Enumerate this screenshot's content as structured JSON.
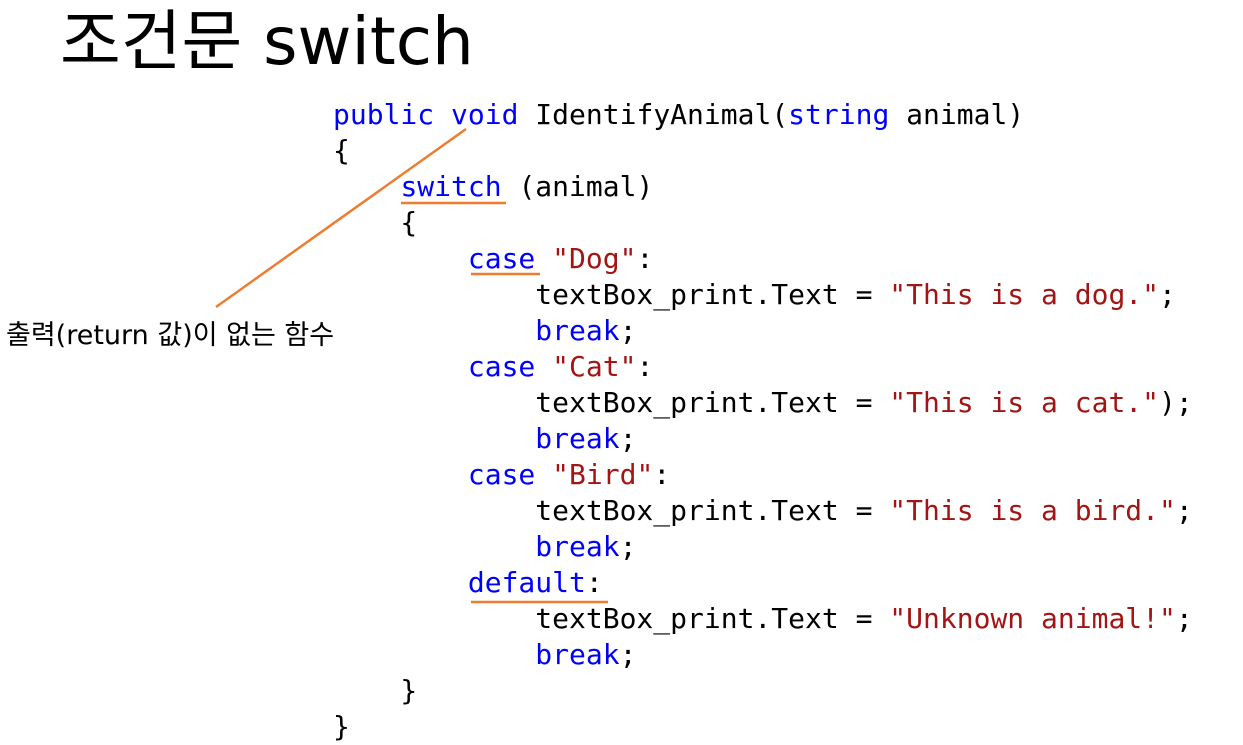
{
  "title": "조건문 switch",
  "annotation": "출력(return 값)이 없는 함수",
  "colors": {
    "keyword": "#0000ff",
    "string": "#a31515",
    "text": "#000000",
    "marker": "#ed7d31"
  },
  "code": {
    "lines": [
      [
        {
          "t": "kw",
          "v": "public"
        },
        {
          "t": "plain",
          "v": " "
        },
        {
          "t": "kw",
          "v": "void"
        },
        {
          "t": "plain",
          "v": " IdentifyAnimal("
        },
        {
          "t": "kw",
          "v": "string"
        },
        {
          "t": "plain",
          "v": " animal)"
        }
      ],
      [
        {
          "t": "plain",
          "v": "{"
        }
      ],
      [
        {
          "t": "plain",
          "v": "    "
        },
        {
          "t": "kw",
          "v": "switch"
        },
        {
          "t": "plain",
          "v": " (animal)"
        }
      ],
      [
        {
          "t": "plain",
          "v": "    {"
        }
      ],
      [
        {
          "t": "plain",
          "v": "        "
        },
        {
          "t": "kw",
          "v": "case"
        },
        {
          "t": "plain",
          "v": " "
        },
        {
          "t": "str",
          "v": "\"Dog\""
        },
        {
          "t": "plain",
          "v": ":"
        }
      ],
      [
        {
          "t": "plain",
          "v": "            textBox_print.Text = "
        },
        {
          "t": "str",
          "v": "\"This is a dog.\""
        },
        {
          "t": "plain",
          "v": ";"
        }
      ],
      [
        {
          "t": "plain",
          "v": "            "
        },
        {
          "t": "kw",
          "v": "break"
        },
        {
          "t": "plain",
          "v": ";"
        }
      ],
      [
        {
          "t": "plain",
          "v": "        "
        },
        {
          "t": "kw",
          "v": "case"
        },
        {
          "t": "plain",
          "v": " "
        },
        {
          "t": "str",
          "v": "\"Cat\""
        },
        {
          "t": "plain",
          "v": ":"
        }
      ],
      [
        {
          "t": "plain",
          "v": "            textBox_print.Text = "
        },
        {
          "t": "str",
          "v": "\"This is a cat.\""
        },
        {
          "t": "plain",
          "v": ");"
        }
      ],
      [
        {
          "t": "plain",
          "v": "            "
        },
        {
          "t": "kw",
          "v": "break"
        },
        {
          "t": "plain",
          "v": ";"
        }
      ],
      [
        {
          "t": "plain",
          "v": "        "
        },
        {
          "t": "kw",
          "v": "case"
        },
        {
          "t": "plain",
          "v": " "
        },
        {
          "t": "str",
          "v": "\"Bird\""
        },
        {
          "t": "plain",
          "v": ":"
        }
      ],
      [
        {
          "t": "plain",
          "v": "            textBox_print.Text = "
        },
        {
          "t": "str",
          "v": "\"This is a bird.\""
        },
        {
          "t": "plain",
          "v": ";"
        }
      ],
      [
        {
          "t": "plain",
          "v": "            "
        },
        {
          "t": "kw",
          "v": "break"
        },
        {
          "t": "plain",
          "v": ";"
        }
      ],
      [
        {
          "t": "plain",
          "v": "        "
        },
        {
          "t": "kw",
          "v": "default"
        },
        {
          "t": "plain",
          "v": ":"
        }
      ],
      [
        {
          "t": "plain",
          "v": "            textBox_print.Text = "
        },
        {
          "t": "str",
          "v": "\"Unknown animal!\""
        },
        {
          "t": "plain",
          "v": ";"
        }
      ],
      [
        {
          "t": "plain",
          "v": "            "
        },
        {
          "t": "kw",
          "v": "break"
        },
        {
          "t": "plain",
          "v": ";"
        }
      ],
      [
        {
          "t": "plain",
          "v": "    }"
        }
      ],
      [
        {
          "t": "plain",
          "v": "}"
        }
      ]
    ]
  }
}
